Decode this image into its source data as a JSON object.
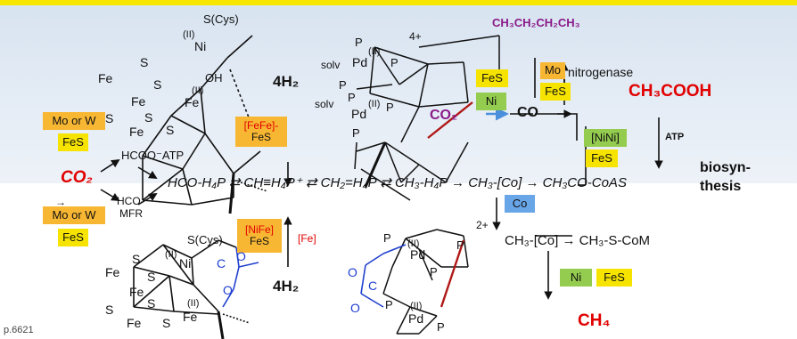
{
  "labels": {
    "cys_top": "S(Cys)",
    "ni_ox_top": "(II)",
    "fe_ox_top": "(II)",
    "oh": "OH",
    "pd_charge": "4+",
    "pd_ox1": "(II)",
    "pd_ox2": "(II)",
    "solv1": "solv",
    "solv2": "solv",
    "h2_top": "4H₂",
    "h2_bottom": "4H₂",
    "fefe": "[FeFe]-",
    "fefe_fes": "FeS",
    "mow_top": "Mo or W",
    "fes_top": "FeS",
    "co2_left": "CO₂",
    "hcoo_atp": "HCOO⁻ATP",
    "hco_mfr_1": "HCO-",
    "hco_mfr_2": "MFR",
    "arrow_small": "→",
    "mow_bottom": "Mo or W",
    "fes_bottom": "FeS",
    "chain": "HCO-H₄P ⇄ CH≡H₄P⁺ ⇄ CH₂=H₄P ⇄ CH₃-H₄P → CH₃-[Co] → CH₃CO-CoAS",
    "biosyn1": "biosyn-",
    "biosyn2": "thesis",
    "butane": "CH₃CH₂CH₂CH₃",
    "mo": "Mo",
    "nitrogenase": "nitrogenase",
    "fes_nitro": "FeS",
    "acetic": "CH₃COOH",
    "fes_co": "FeS",
    "ni_co": "Ni",
    "co2_mid": "CO₂",
    "co": "CO",
    "nini": "[NiNi]",
    "nini_fes": "FeS",
    "atp": "ATP",
    "co_box": "Co",
    "charge2": "2+",
    "co_chain2": "CH₃-[Co] → CH₃-S-CoM",
    "ni_bottom": "Ni",
    "fes_ch4": "FeS",
    "ch4": "CH₄",
    "nife": "[NiFe]",
    "nife_fes": "FeS",
    "fe_box": "[Fe]",
    "cys_bottom": "S(Cys)",
    "ni_ox_bottom": "(II)",
    "fe_ox_bottom": "(II)",
    "pd_ox3": "(II)",
    "pd_ox4": "(II)",
    "page_ref": "p.6621"
  },
  "colors": {
    "red": "#e10000",
    "purple": "#8a1a8a",
    "orange_box": "#f8b733",
    "yellow_box": "#f6e400",
    "green_box": "#93cc4e",
    "blue_box": "#69a6e8",
    "bond_red": "#b01818",
    "o_blue": "#2040d0"
  }
}
